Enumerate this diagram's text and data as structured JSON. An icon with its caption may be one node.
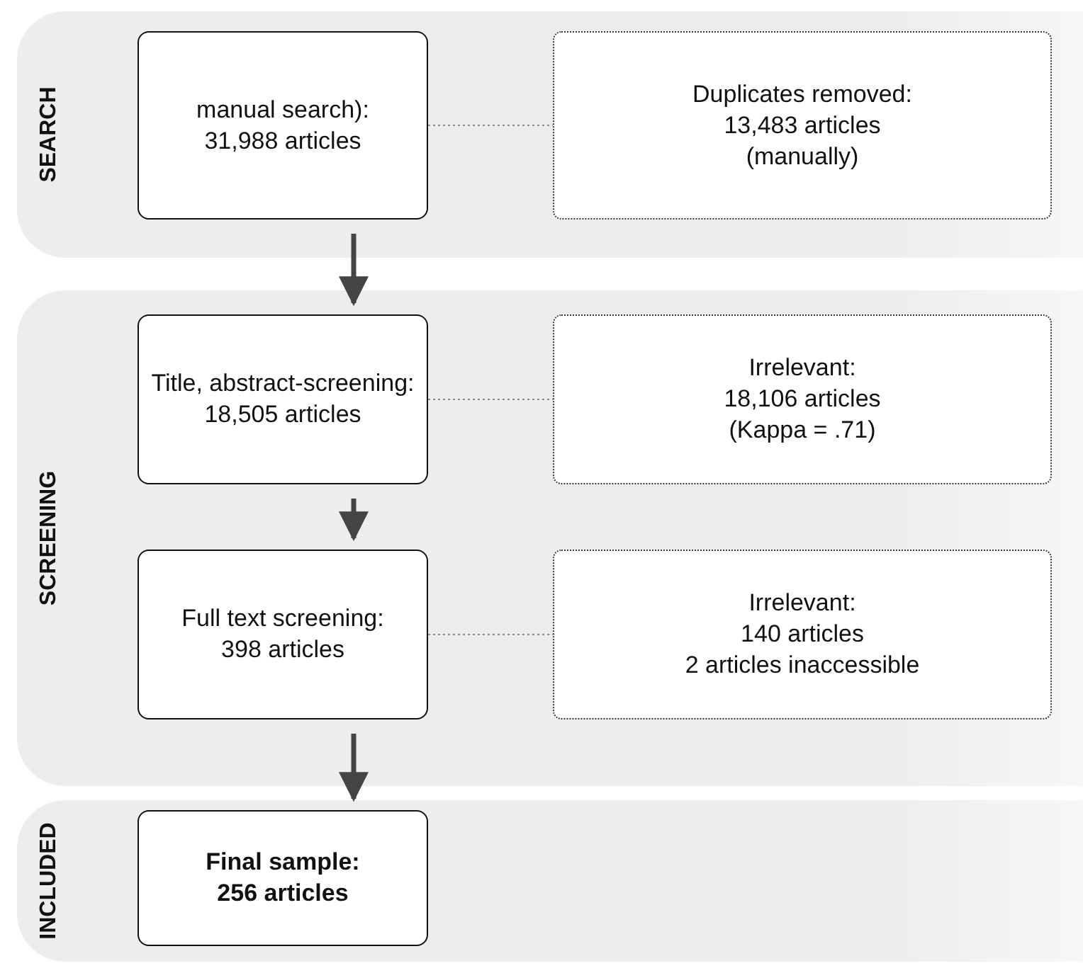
{
  "diagram": {
    "nodes": [
      {
        "text": [
          "SEARCH"
        ]
      },
      {
        "text": [
          "manual search):",
          "31,988 articles"
        ],
        "in": 0
      },
      {
        "text": [
          "Duplicates removed:",
          "13,483 articles",
          "(manually)"
        ],
        "in": 0
      },
      {
        "text": [
          "SCREENING"
        ]
      },
      {
        "text": [
          "Title, abstract-screening:",
          "18,505 articles"
        ],
        "in": 3
      },
      {
        "text": [
          "Irrelevant:",
          "18,106 articles",
          "(Kappa = .71)"
        ],
        "in": 3
      },
      {
        "text": [
          "Full text screening:",
          "398 articles"
        ],
        "in": 3
      },
      {
        "text": [
          "Irrelevant:",
          "140 articles",
          "2 articles inaccessible"
        ],
        "in": 3
      },
      {
        "text": [
          "INCLUDED"
        ]
      },
      {
        "text": [
          "Final sample:",
          "256 articles"
        ],
        "in": 8
      }
    ],
    "edges": [
      {
        "from": 1,
        "to": 4,
        "arrow": "to",
        "style": "thick"
      },
      {
        "from": 4,
        "to": 6,
        "arrow": "to",
        "style": "thick"
      },
      {
        "from": 6,
        "to": 9,
        "arrow": "to",
        "style": "thick"
      },
      {
        "from": 1,
        "to": 2,
        "arrow": "none",
        "style": "dashed",
        "color": "#8a8a8a"
      },
      {
        "from": 4,
        "to": 5,
        "arrow": "none",
        "style": "dashed",
        "color": "#8a8a8a"
      },
      {
        "from": 6,
        "to": 7,
        "arrow": "none",
        "style": "dashed",
        "color": "#8a8a8a"
      }
    ]
  }
}
